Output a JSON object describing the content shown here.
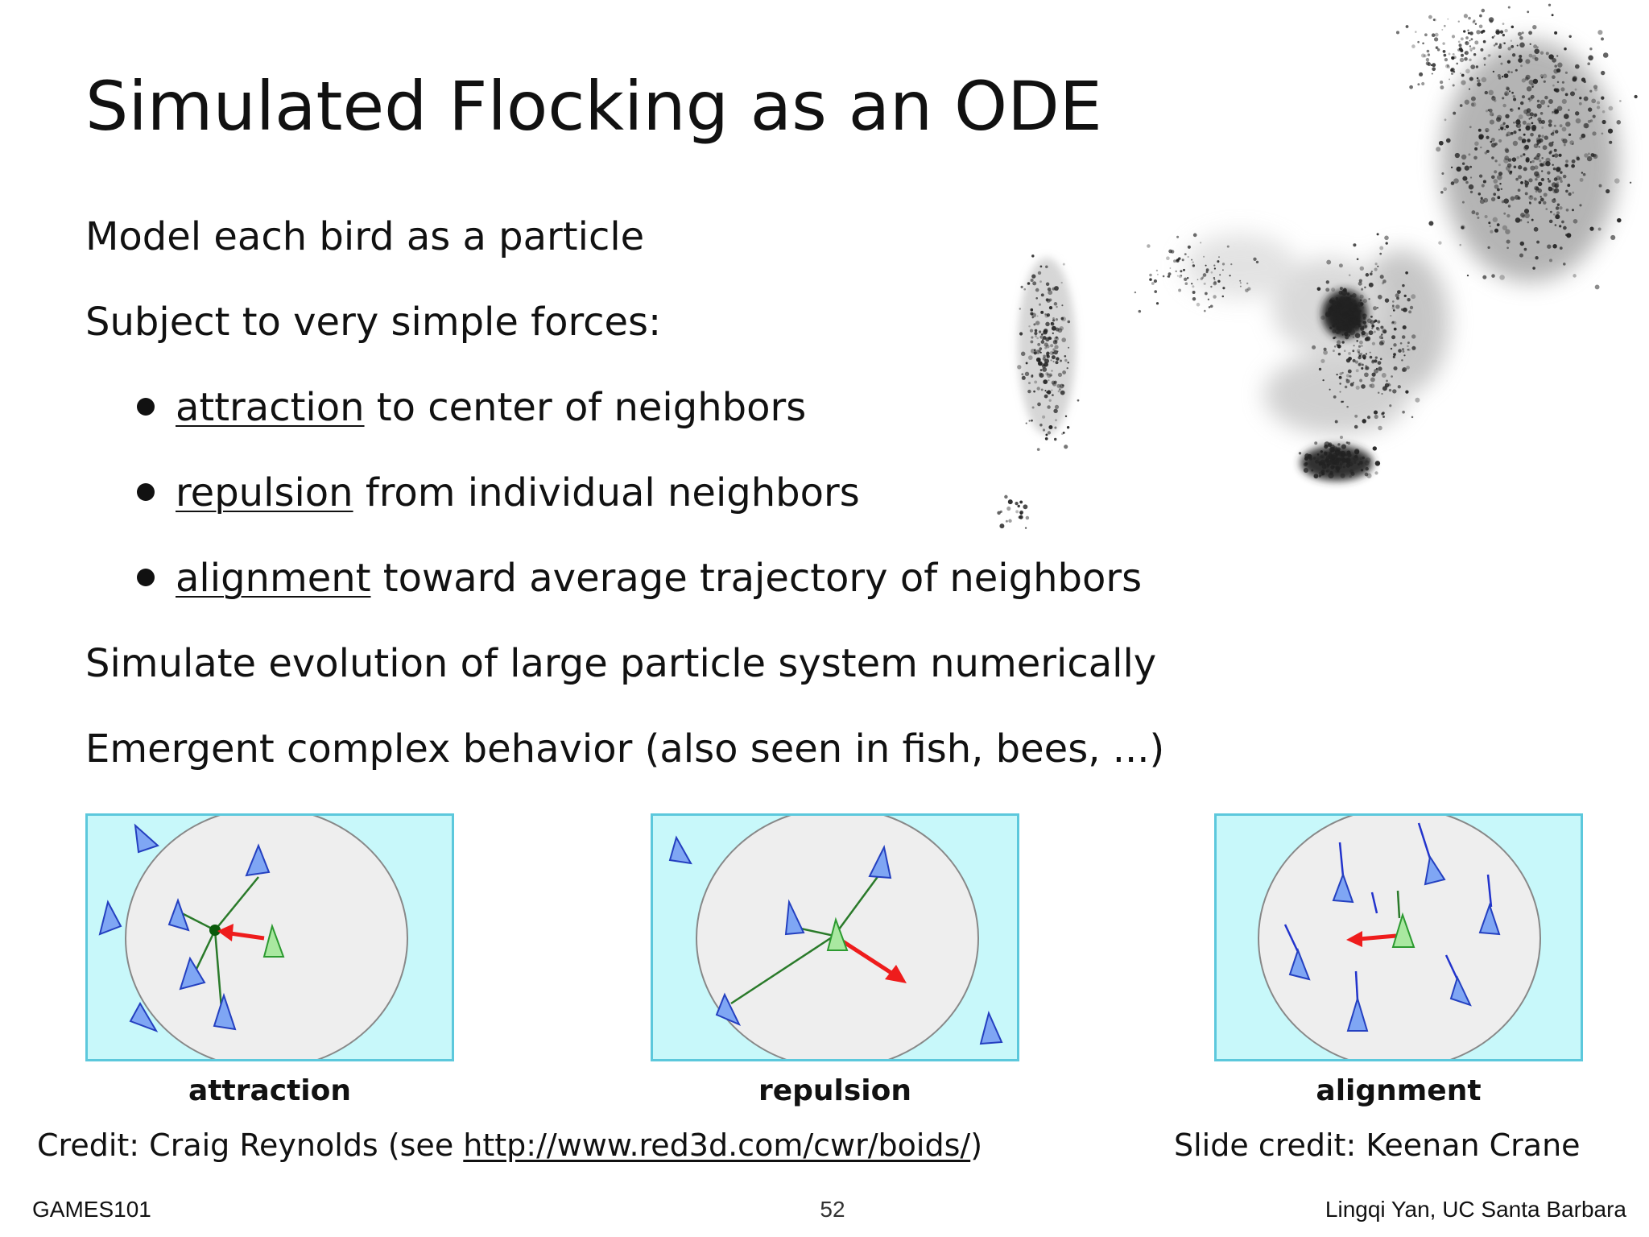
{
  "slide": {
    "title": "Simulated Flocking as an ODE",
    "lines": [
      "Model each bird as a particle",
      "Subject to very simple forces:",
      "Simulate evolution of large particle system numerically",
      "Emergent complex behavior (also seen in fish, bees, ...)"
    ],
    "bullets": [
      {
        "term": "attraction",
        "rest": " to center of neighbors"
      },
      {
        "term": "repulsion",
        "rest": " from individual neighbors"
      },
      {
        "term": "alignment",
        "rest": " toward average trajectory of neighbors"
      }
    ],
    "figures": {
      "captions": [
        "attraction",
        "repulsion",
        "alignment"
      ]
    },
    "credit": {
      "prefix": "Credit: Craig Reynolds (see ",
      "link": "http://www.red3d.com/cwr/boids/",
      "suffix": ")",
      "slide_credit": "Slide credit: Keenan Crane"
    },
    "footer": {
      "left": "GAMES101",
      "page": "52",
      "right": "Lingqi Yan, UC Santa Barbara"
    }
  },
  "colors": {
    "panel_bg": "#c8f8fa",
    "panel_border": "#5cc8dc",
    "circle_fill": "#eeeeee",
    "circle_stroke": "#888888",
    "boid_fill": "#7fa6f4",
    "boid_stroke": "#2440c0",
    "focus_fill": "#a9e8a0",
    "focus_stroke": "#2c9a30",
    "force_arrow": "#ee1c1c",
    "link_line": "#2a7a2a",
    "heading_line": "#2233cc"
  },
  "icons": [
    "bullet-dot-icon",
    "boid-triangle-icon",
    "force-arrow-icon",
    "flock-particles-image"
  ]
}
